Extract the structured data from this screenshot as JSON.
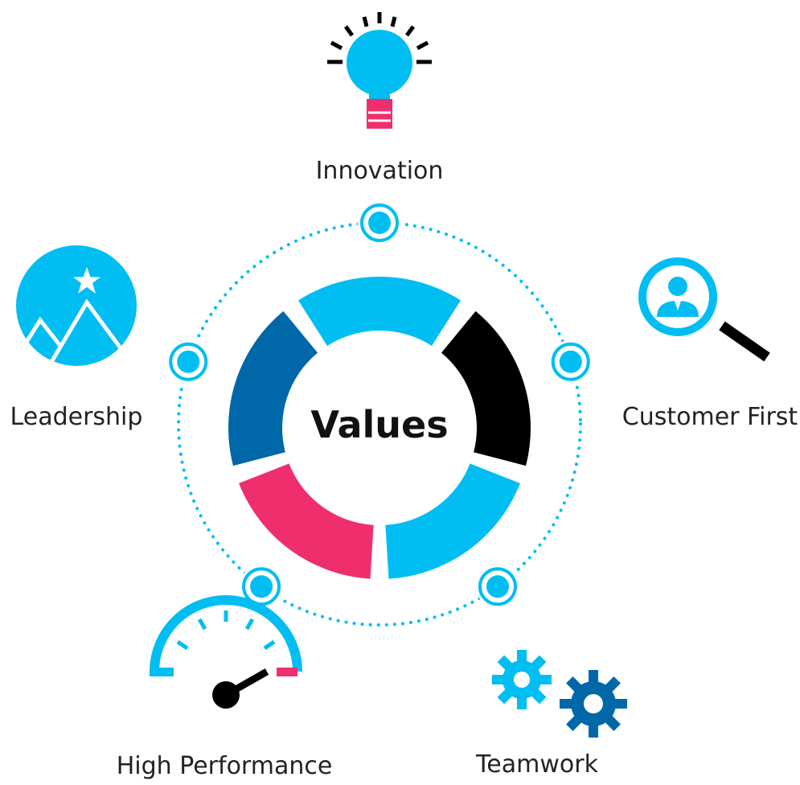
{
  "center": {
    "title": "Values"
  },
  "values": [
    {
      "label": "Innovation",
      "icon": "lightbulb-icon"
    },
    {
      "label": "Customer First",
      "icon": "customer-search-icon"
    },
    {
      "label": "Teamwork",
      "icon": "gears-icon"
    },
    {
      "label": "High Performance",
      "icon": "speedometer-icon"
    },
    {
      "label": "Leadership",
      "icon": "mountain-star-icon"
    }
  ],
  "colors": {
    "cyan": "#00bdf2",
    "dark_blue": "#0067a8",
    "black": "#000000",
    "pink": "#ef2f6d",
    "label": "#222222"
  },
  "ring_segments": [
    {
      "value": "Innovation",
      "color": "#00bdf2"
    },
    {
      "value": "Customer First",
      "color": "#000000"
    },
    {
      "value": "Teamwork",
      "color": "#00bdf2"
    },
    {
      "value": "High Performance",
      "color": "#ef2f6d"
    },
    {
      "value": "Leadership",
      "color": "#0067a8"
    }
  ]
}
